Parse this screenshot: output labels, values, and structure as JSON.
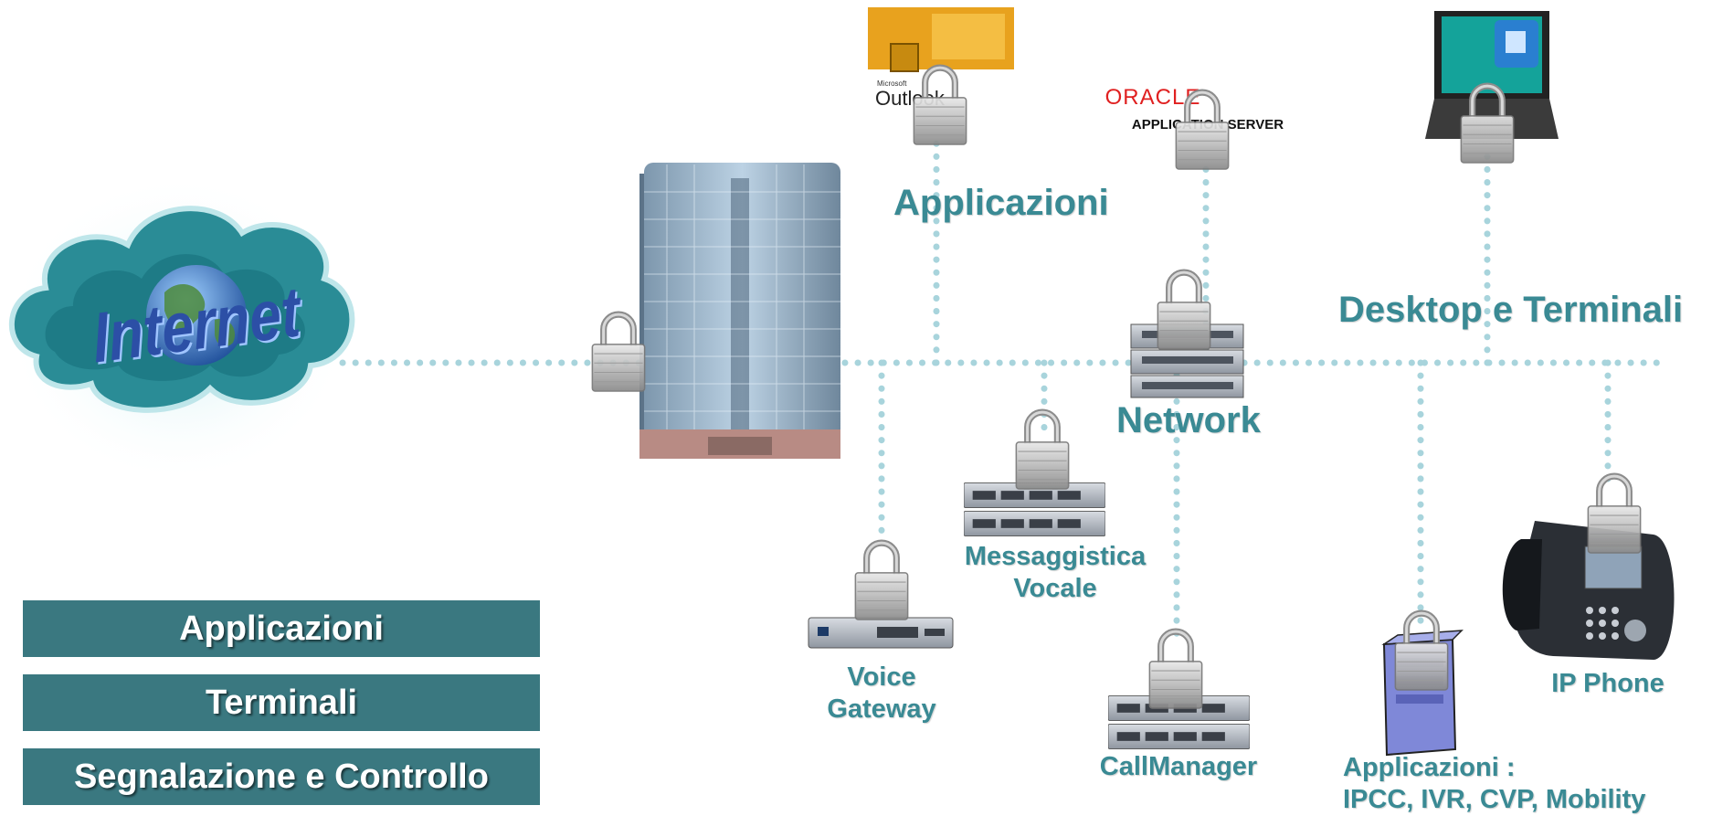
{
  "title_labels": {
    "applicazioni": "Applicazioni",
    "desktop": "Desktop e Terminali",
    "network": "Network"
  },
  "cloud": {
    "text": "Internet"
  },
  "app_logos": {
    "outlook_small": "Microsoft",
    "outlook": "Outlook",
    "oracle": "ORACLE",
    "oracle_sub": "APPLICATION SERVER"
  },
  "devices": {
    "messaggistica": [
      "Messaggistica",
      "Vocale"
    ],
    "voice_gateway": [
      "Voice",
      "Gateway"
    ],
    "callmanager": "CallManager",
    "applicazioni_server": [
      "Applicazioni :",
      "IPCC, IVR, CVP, Mobility"
    ],
    "ip_phone": "IP Phone"
  },
  "legend_buttons": [
    "Applicazioni",
    "Terminali",
    "Segnalazione e Controllo"
  ],
  "colors": {
    "accent": "#3a8a94",
    "button_bg": "#3a7880",
    "dots": "#a8d4dc",
    "cloud": "#2a8c96"
  },
  "icons": [
    "padlock-icon",
    "globe-icon",
    "building-icon",
    "switch-icon",
    "server-icon",
    "router-icon",
    "laptop-icon",
    "ip-phone-icon"
  ]
}
